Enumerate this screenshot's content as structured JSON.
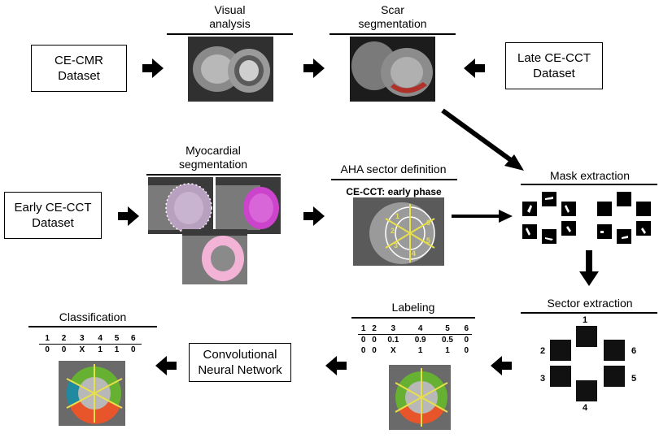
{
  "boxes": {
    "ce_cmr": "CE-CMR\nDataset",
    "late_ce_cct": "Late CE-CCT\nDataset",
    "early_ce_cct": "Early CE-CCT\nDataset",
    "cnn": "Convolutional\nNeural Network"
  },
  "titles": {
    "visual": "Visual\nanalysis",
    "scar": "Scar\nsegmentation",
    "myo": "Myocardial\nsegmentation",
    "aha": "AHA sector definition",
    "aha_sub": "CE-CCT: early phase",
    "mask": "Mask extraction",
    "sector": "Sector extraction",
    "labeling": "Labeling",
    "classification": "Classification"
  },
  "labeling": {
    "header": [
      "1",
      "2",
      "3",
      "4",
      "5",
      "6"
    ],
    "rows": [
      [
        "0",
        "0",
        "0.1",
        "0.9",
        "0.5",
        "0"
      ],
      [
        "0",
        "0",
        "X",
        "1",
        "1",
        "0"
      ]
    ]
  },
  "classification": {
    "header": [
      "1",
      "2",
      "3",
      "4",
      "5",
      "6"
    ],
    "rows": [
      [
        "0",
        "0",
        "X",
        "1",
        "1",
        "0"
      ]
    ]
  },
  "sectors": [
    "1",
    "2",
    "3",
    "4",
    "5",
    "6"
  ],
  "aha_numbers": [
    "1",
    "2",
    "3",
    "4",
    "5",
    "6"
  ],
  "colors": {
    "magenta": "#cc44cc",
    "pink": "#f2b3d6",
    "scar_red": "#b0302a",
    "green": "#66b032",
    "teal": "#1f8aa0",
    "orange": "#e8552a",
    "yellow": "#e8e04a"
  }
}
